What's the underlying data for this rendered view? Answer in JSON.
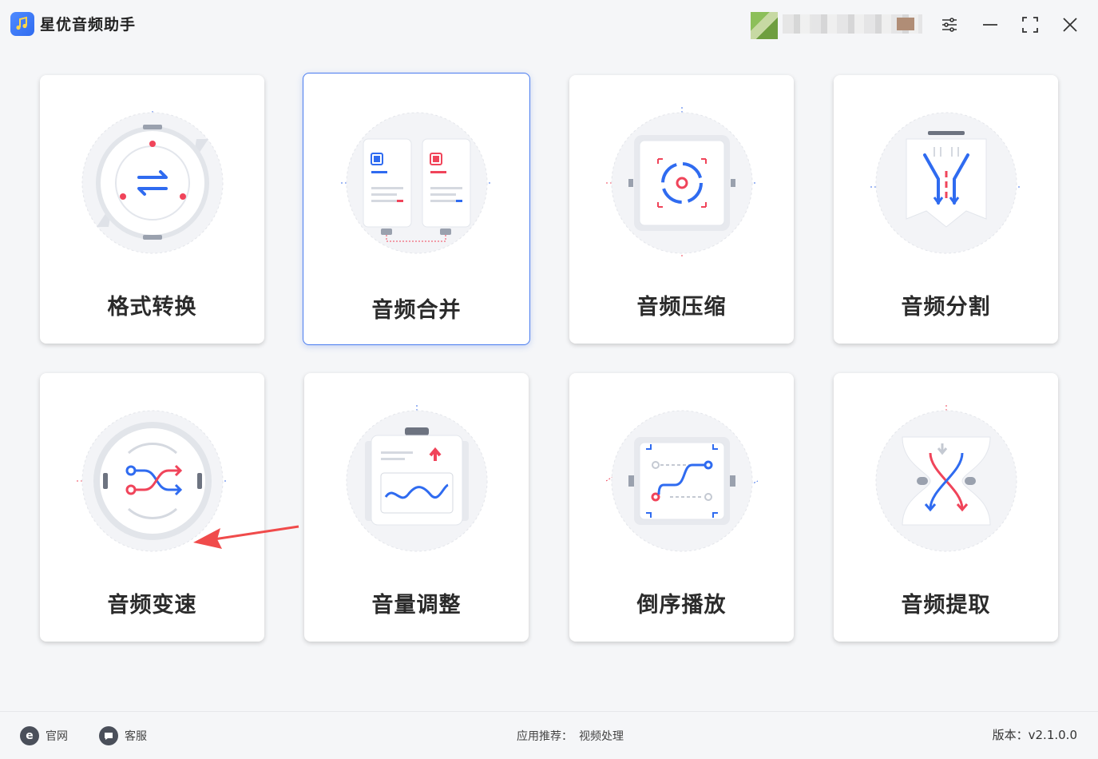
{
  "app": {
    "title": "星优音频助手"
  },
  "cards": [
    {
      "label": "格式转换"
    },
    {
      "label": "音频合并"
    },
    {
      "label": "音频压缩"
    },
    {
      "label": "音频分割"
    },
    {
      "label": "音频变速"
    },
    {
      "label": "音量调整"
    },
    {
      "label": "倒序播放"
    },
    {
      "label": "音频提取"
    }
  ],
  "footer": {
    "website": "官网",
    "support": "客服",
    "recommend_label": "应用推荐：",
    "recommend_link": "视频处理",
    "version": "版本：v2.1.0.0"
  },
  "colors": {
    "accent": "#2f6bf0",
    "red": "#f0445a",
    "annotation_arrow": "#f04b4b"
  }
}
